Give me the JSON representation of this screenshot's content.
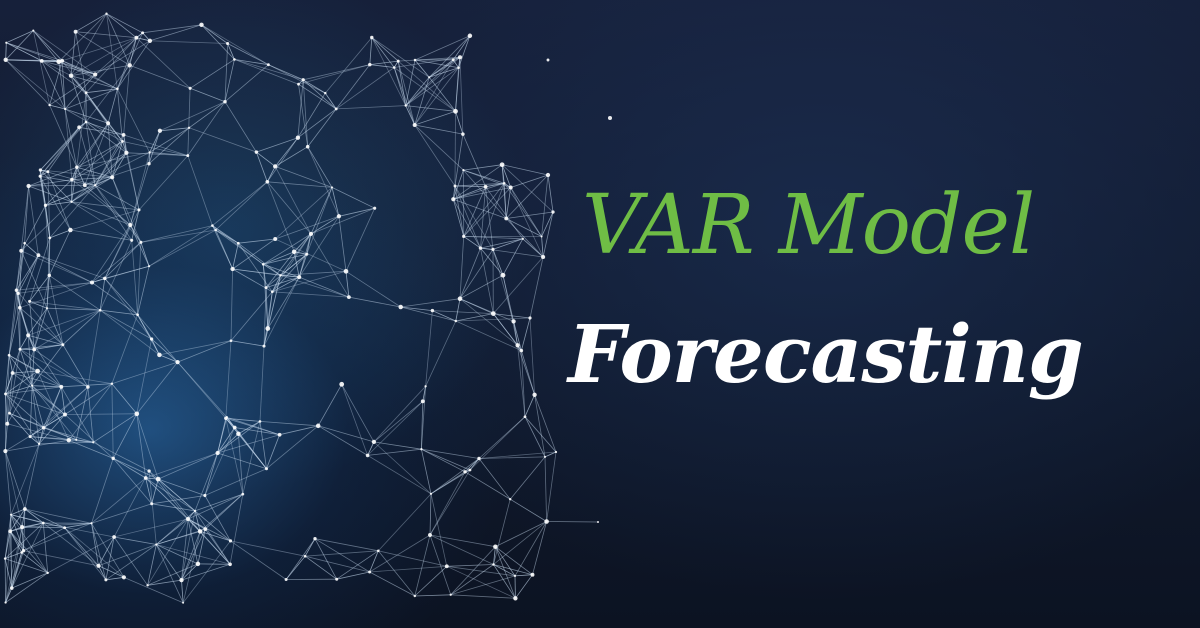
{
  "heading": {
    "line1": "VAR Model",
    "line2": "Forecasting"
  },
  "colors": {
    "background": "#0d1424",
    "accent_green": "#6fbd45",
    "text_white": "#ffffff",
    "network_line": "#c9dcf0",
    "glow_blue": "#2d78be"
  },
  "decoration": {
    "icon": "plexus-network-illustration"
  }
}
